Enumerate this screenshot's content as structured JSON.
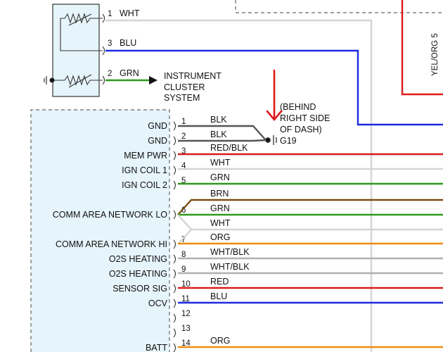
{
  "colors": {
    "WHT": "#d4d4d4",
    "BLU": "#1a2be0",
    "GRN": "#2e9a1a",
    "BLK": "#555555",
    "RED": "#e01a1a",
    "BRN": "#7a4e12",
    "ORG": "#f08a14",
    "RED/BLK": "#d81a1a",
    "WHT/BLK": "#b0b0b0",
    "module_fill": "#e6f4fb",
    "arrow": "#e01a1a"
  },
  "top_component": {
    "pins": [
      {
        "num": "1",
        "wire": "WHT"
      },
      {
        "num": "3",
        "wire": "BLU"
      },
      {
        "num": "2",
        "wire": "GRN"
      }
    ],
    "destination": [
      "INSTRUMENT",
      "CLUSTER",
      "SYSTEM"
    ]
  },
  "ground": {
    "note": [
      "(BEHIND",
      "RIGHT SIDE",
      "OF DASH)"
    ],
    "id": "G19"
  },
  "right_edge_text": "YEL/ORG 5",
  "module_pins": [
    {
      "num": "1",
      "label": "GND",
      "wire": "BLK"
    },
    {
      "num": "2",
      "label": "GND",
      "wire": "BLK"
    },
    {
      "num": "3",
      "label": "MEM PWR",
      "wire": "RED/BLK"
    },
    {
      "num": "4",
      "label": "IGN COIL 1",
      "wire": "WHT"
    },
    {
      "num": "5",
      "label": "IGN COIL 2",
      "wire": "GRN"
    },
    {
      "num": "6",
      "label": "COMM AREA NETWORK LO",
      "wires": [
        "BRN",
        "GRN",
        "WHT"
      ]
    },
    {
      "num": "7",
      "label": "COMM AREA NETWORK HI",
      "wire": "ORG"
    },
    {
      "num": "8",
      "label": "O2S HEATING",
      "wire": "WHT/BLK"
    },
    {
      "num": "9",
      "label": "O2S HEATING",
      "wire": "WHT/BLK"
    },
    {
      "num": "10",
      "label": "SENSOR SIG",
      "wire": "RED"
    },
    {
      "num": "11",
      "label": "OCV",
      "wire": "BLU"
    },
    {
      "num": "12",
      "label": "",
      "wire": ""
    },
    {
      "num": "13",
      "label": "",
      "wire": ""
    },
    {
      "num": "14",
      "label": "BATT",
      "wire": "ORG"
    }
  ]
}
